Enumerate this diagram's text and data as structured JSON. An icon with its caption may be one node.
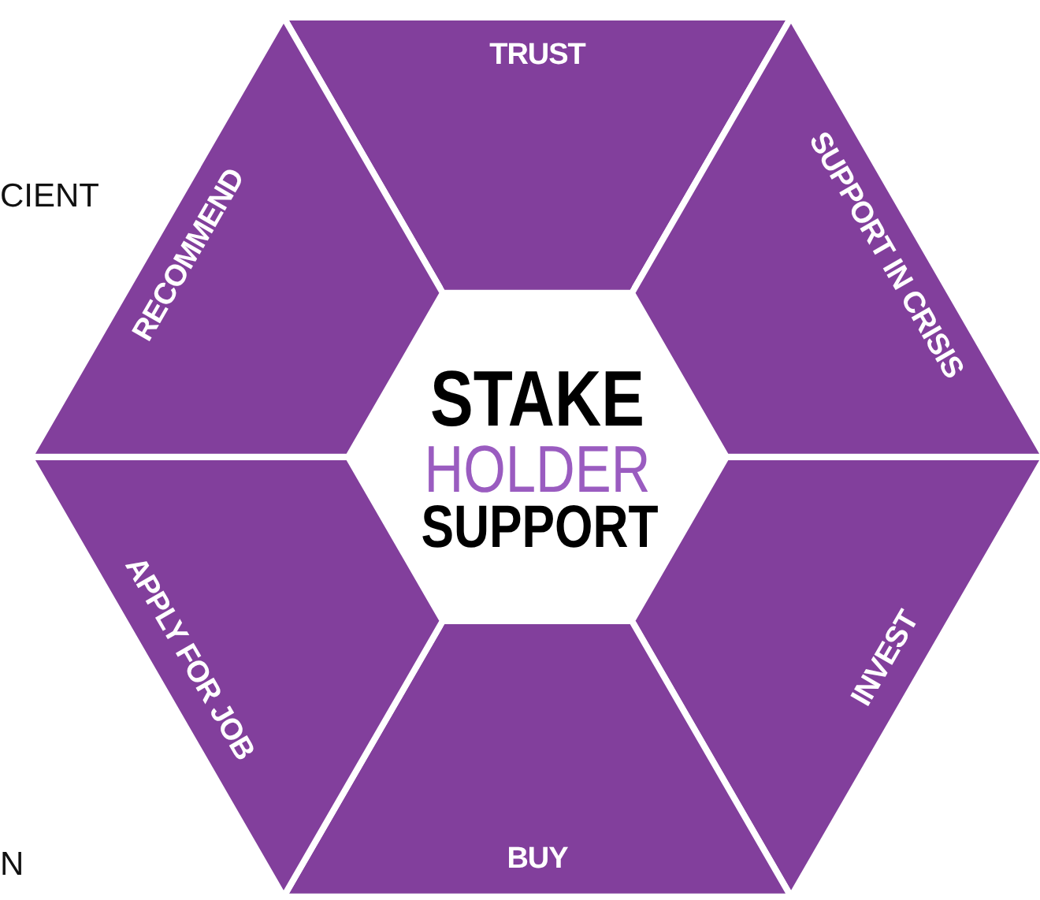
{
  "diagram": {
    "nodes": [
      {
        "text": [
          "TRUST"
        ]
      },
      {
        "text": [
          "SUPPORT IN CRISIS"
        ]
      },
      {
        "text": [
          "INVEST"
        ]
      },
      {
        "text": [
          "BUY"
        ]
      },
      {
        "text": [
          "APPLY FOR JOB"
        ]
      },
      {
        "text": [
          "RECOMMEND"
        ]
      },
      {
        "text": [
          "STAKE",
          "HOLDER",
          "SUPPORT"
        ]
      }
    ],
    "labels": [
      "CIENT",
      "N"
    ]
  }
}
